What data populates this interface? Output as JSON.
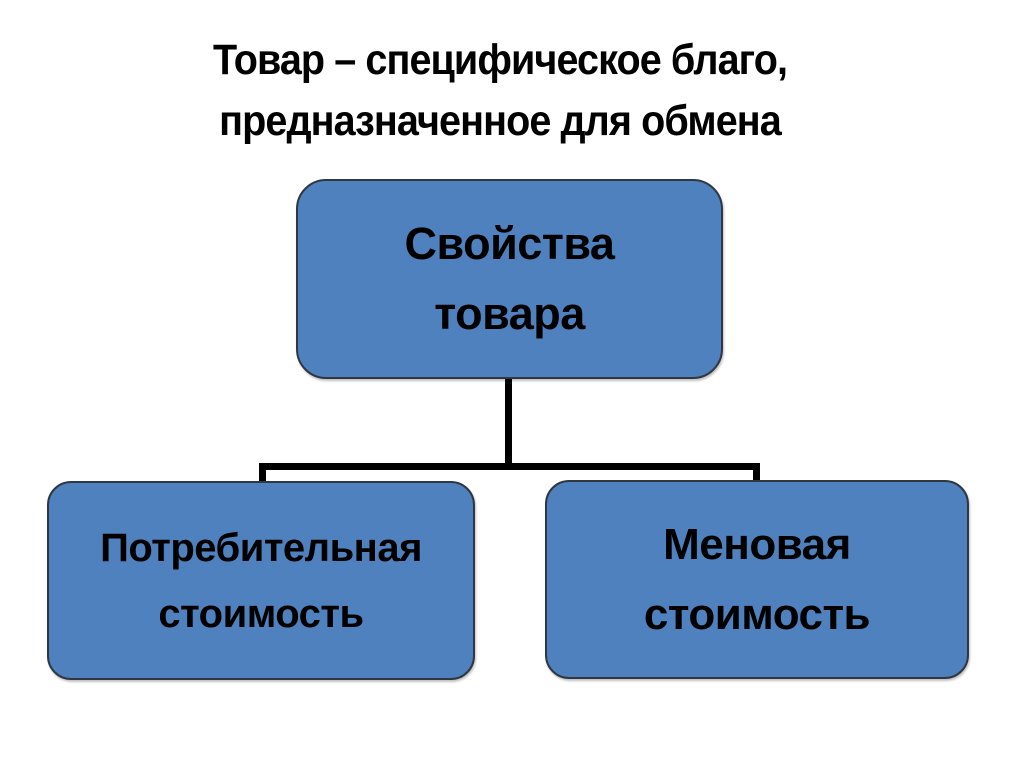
{
  "slide": {
    "background": "#FFFFFF",
    "title": {
      "line1": "Товар – специфическое благо,",
      "line2": "предназначенное для обмена",
      "color": "#000000"
    },
    "diagram": {
      "colors": {
        "box_fill": "#4E81BD",
        "box_border": "#2F3842",
        "connector": "#000000",
        "label_text": "#000000"
      },
      "root": {
        "line1": "Свойства",
        "line2": "товара"
      },
      "children": [
        {
          "line1": "Потребительная",
          "line2": "стоимость"
        },
        {
          "line1": "Меновая",
          "line2": "стоимость"
        }
      ]
    }
  }
}
